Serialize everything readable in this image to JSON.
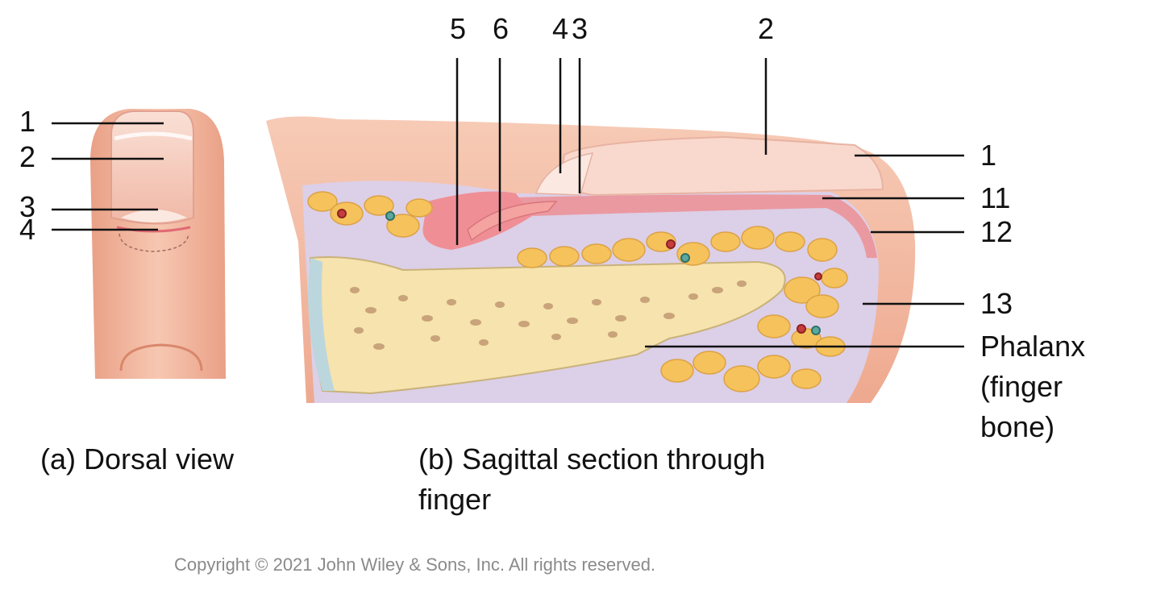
{
  "dorsal": {
    "labels": [
      "1",
      "2",
      "3",
      "4"
    ],
    "caption": "(a) Dorsal view"
  },
  "sagittal": {
    "top_labels": [
      "5",
      "6",
      "4",
      "3",
      "2"
    ],
    "right_labels": [
      "1",
      "11",
      "12",
      "13"
    ],
    "phalanx_label": [
      "Phalanx",
      "(finger",
      "bone)"
    ],
    "caption_line1": "(b) Sagittal section through",
    "caption_line2": "finger"
  },
  "copyright": "Copyright © 2021 John Wiley & Sons, Inc. All rights reserved.",
  "colors": {
    "skin": "#f2b9a0",
    "nail": "#f6d3c8",
    "dermis": "#e9a9a6",
    "fat": "#f5c05a",
    "bone": "#f7e6b0",
    "tissue": "#d9cde6",
    "line": "#111111"
  }
}
